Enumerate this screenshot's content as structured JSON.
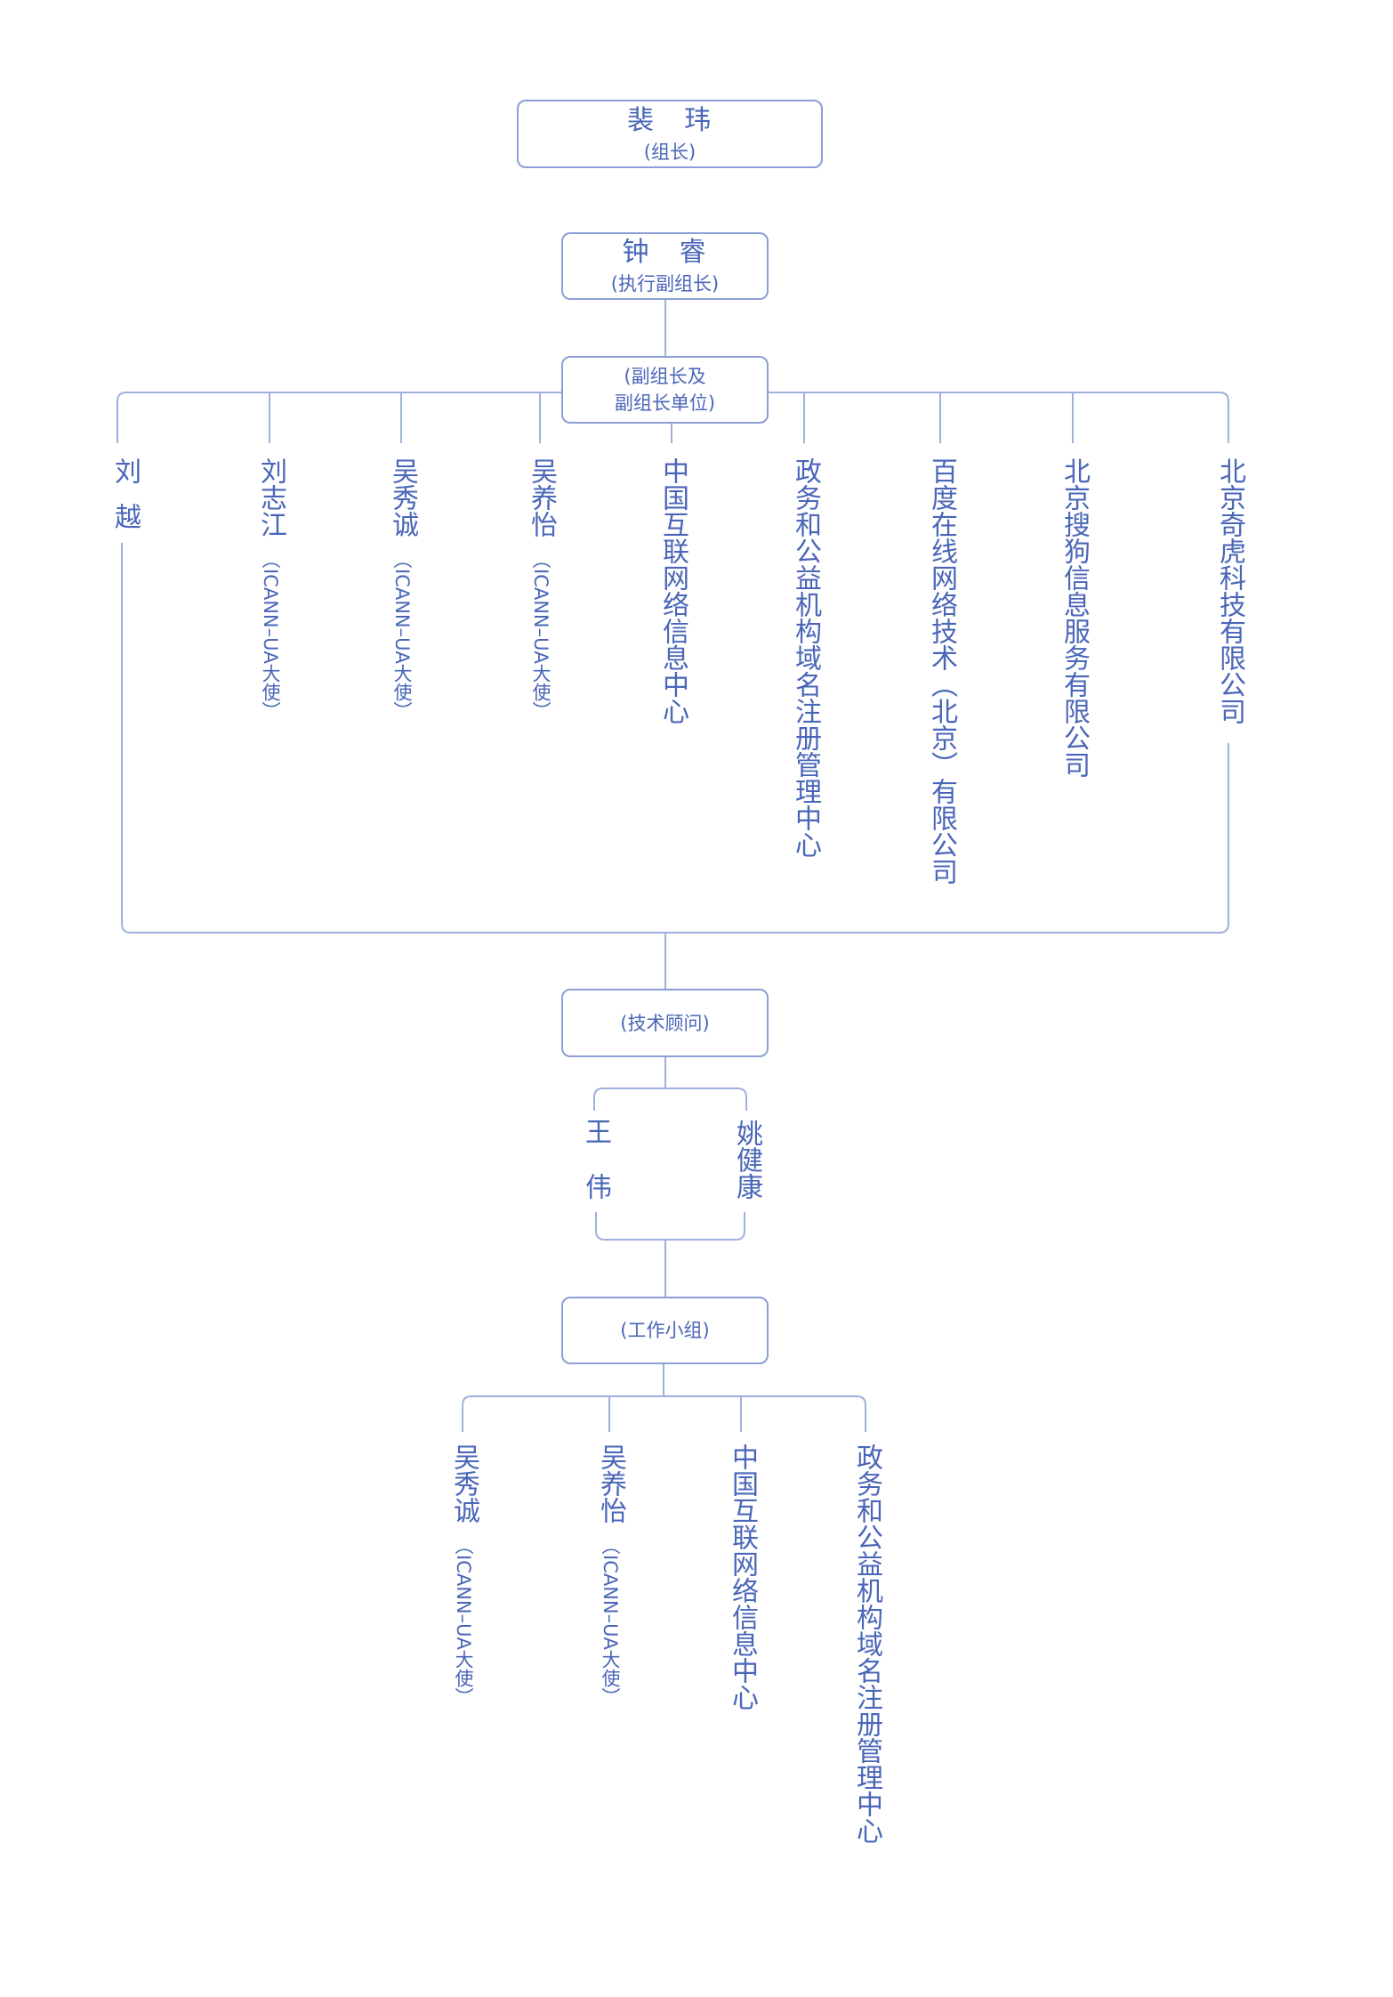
{
  "leader": {
    "name": "裴　玮",
    "role": "(组长)"
  },
  "executive_deputy": {
    "name": "钟　睿",
    "role": "(执行副组长)"
  },
  "deputies_box": {
    "line1": "(副组长及",
    "line2": "副组长单位)"
  },
  "deputies": [
    {
      "name": "刘越"
    },
    {
      "name": "刘志江",
      "note": "（ICANN–UA大使）"
    },
    {
      "name": "吴秀诚",
      "note": "（ICANN–UA大使）"
    },
    {
      "name": "吴养怡",
      "note": "（ICANN–UA大使）"
    },
    {
      "name": "中国互联网络信息中心"
    },
    {
      "name": "政务和公益机构域名注册管理中心"
    },
    {
      "name": "百度在线网络技术（北京）有限公司"
    },
    {
      "name": "北京搜狗信息服务有限公司"
    },
    {
      "name": "北京奇虎科技有限公司"
    }
  ],
  "advisors_box": {
    "label": "(技术顾问)"
  },
  "advisors": [
    {
      "name": "王伟"
    },
    {
      "name": "姚健康"
    }
  ],
  "working_group_box": {
    "label": "(工作小组)"
  },
  "working_group": [
    {
      "name": "吴秀诚",
      "note": "（ICANN–UA大使）"
    },
    {
      "name": "吴养怡",
      "note": "（ICANN–UA大使）"
    },
    {
      "name": "中国互联网络信息中心"
    },
    {
      "name": "政务和公益机构域名注册管理中心"
    }
  ],
  "colors": {
    "text": "#4a66b8",
    "line": "#9fb0dd",
    "box_border": "#8b9fd6"
  }
}
